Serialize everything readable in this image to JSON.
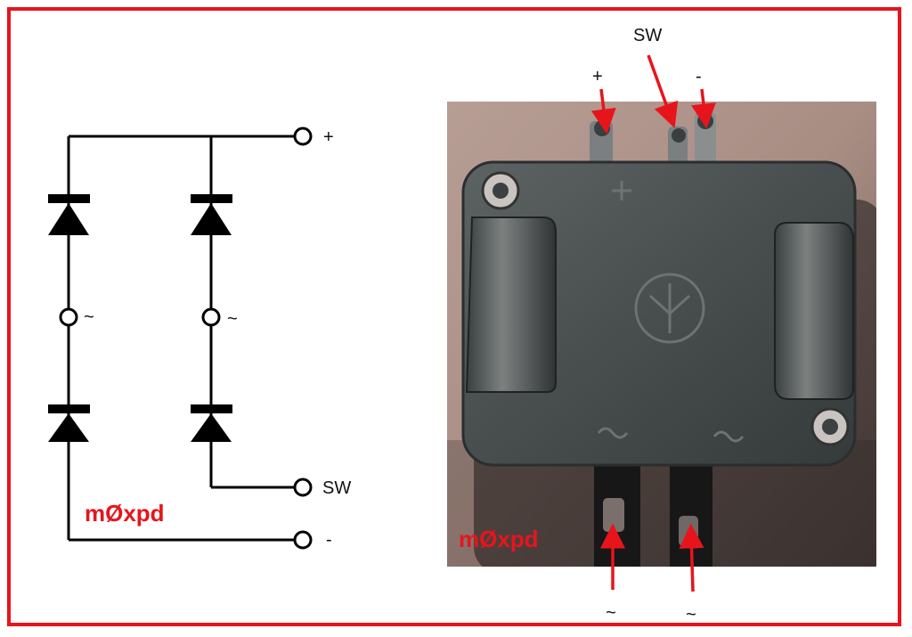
{
  "schematic": {
    "terminals": {
      "plus": "+",
      "minus": "-",
      "sw": "SW",
      "ac1": "~",
      "ac2": "~"
    },
    "watermark": "mØxpd"
  },
  "photo": {
    "labels": {
      "plus": "+",
      "sw": "SW",
      "minus": "-",
      "ac1": "~",
      "ac2": "~"
    },
    "watermark": "mØxpd",
    "arrow_color": "#e8141c"
  },
  "colors": {
    "frame": "#e8141c",
    "wire": "#000000",
    "watermark": "#e8141c"
  }
}
